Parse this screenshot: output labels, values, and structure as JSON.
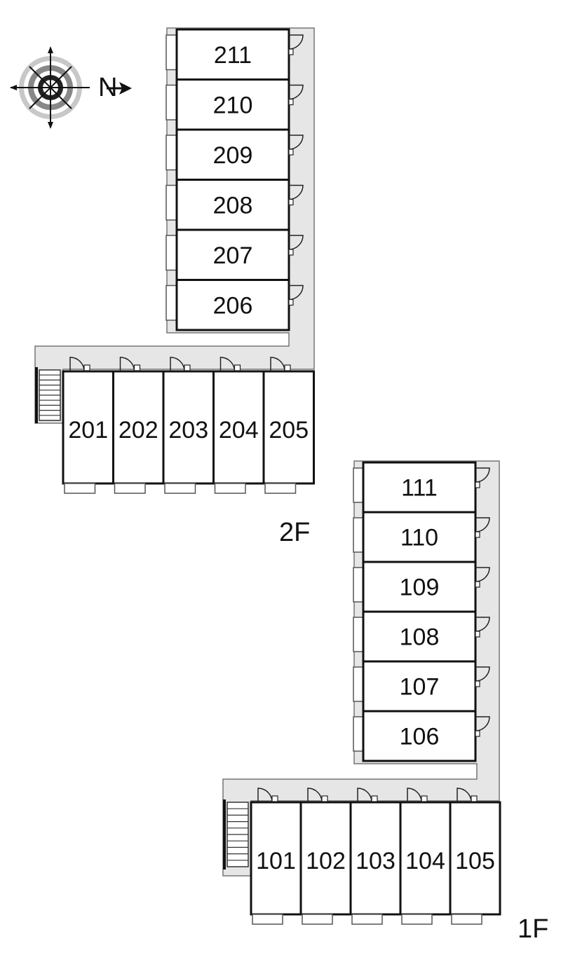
{
  "compass": {
    "north_letter": "N"
  },
  "floors": [
    {
      "label": "2F",
      "wing_units": [
        "211",
        "210",
        "209",
        "208",
        "207",
        "206"
      ],
      "row_units": [
        "201",
        "202",
        "203",
        "204",
        "205"
      ]
    },
    {
      "label": "1F",
      "wing_units": [
        "111",
        "110",
        "109",
        "108",
        "107",
        "106"
      ],
      "row_units": [
        "101",
        "102",
        "103",
        "104",
        "105"
      ]
    }
  ]
}
